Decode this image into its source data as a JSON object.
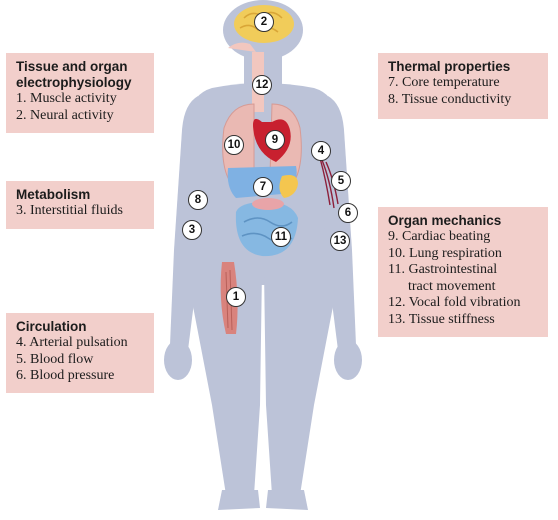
{
  "boxes": {
    "tissue": {
      "title_lines": [
        "Tissue and organ",
        "electrophysiology"
      ],
      "items": [
        "1. Muscle activity",
        "2. Neural activity"
      ]
    },
    "thermal": {
      "title_lines": [
        "Thermal properties"
      ],
      "items": [
        "7. Core temperature",
        "8. Tissue conductivity"
      ]
    },
    "metabolism": {
      "title_lines": [
        "Metabolism"
      ],
      "items": [
        "3. Interstitial fluids"
      ]
    },
    "mechanics": {
      "title_lines": [
        "Organ mechanics"
      ],
      "items": [
        "9. Cardiac beating",
        "10. Lung respiration",
        "11. Gastrointestinal",
        "tract movement",
        "12. Vocal fold vibration",
        "13. Tissue stiffness"
      ]
    },
    "circulation": {
      "title_lines": [
        "Circulation"
      ],
      "items": [
        "4. Arterial pulsation",
        "5. Blood flow",
        "6. Blood pressure"
      ]
    }
  },
  "markers": [
    "1",
    "2",
    "3",
    "4",
    "5",
    "6",
    "7",
    "8",
    "9",
    "10",
    "11",
    "12",
    "13"
  ],
  "colors": {
    "box_fill": "#f2cfcb",
    "body": "#bcc3d8",
    "brain": "#f1cc5a",
    "lungs": "#eab9b3",
    "heart": "#c8202f",
    "liver": "#7fb1e3",
    "stomach": "#f4c64f",
    "intestine": "#86b8e2",
    "muscle": "#d9837d",
    "vessel": "#8c1f3a"
  }
}
